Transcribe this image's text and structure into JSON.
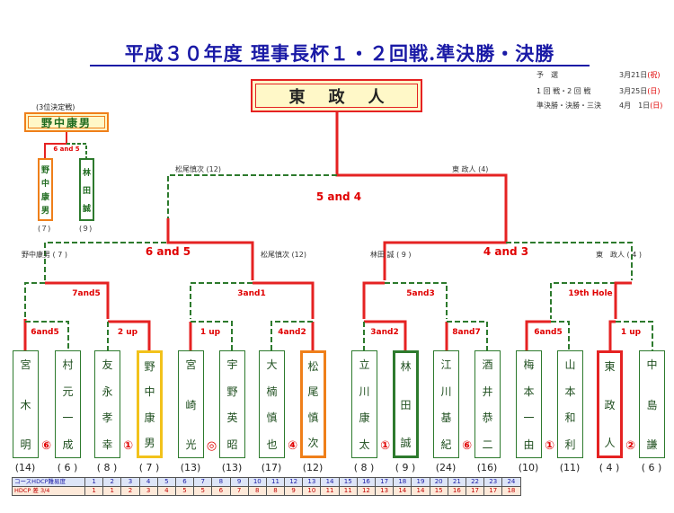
{
  "title": "平成３０年度 理事長杯１・２回戦.準決勝・決勝",
  "schedule": [
    {
      "label": "予　選",
      "date": "3月21日",
      "day": "(祝)"
    },
    {
      "label": "1 回 戦・2 回 戦",
      "date": "3月25日",
      "day": "(日)"
    },
    {
      "label": "準決勝・決勝・三決",
      "date": "4月　1日",
      "day": "(日)"
    }
  ],
  "champion": "東政人",
  "third_place": {
    "label": "(3位決定戦)",
    "winner": "野中康男",
    "score": "6 and 5",
    "players": [
      {
        "chars": [
          "野",
          "中",
          "康",
          "男"
        ],
        "hc": "(７)"
      },
      {
        "chars": [
          "林",
          "田",
          "誠"
        ],
        "hc": "(９)"
      }
    ]
  },
  "final": {
    "score": "5 and 4",
    "left_label": "松尾慎次 (12)",
    "right_label": "東 政人 (4)"
  },
  "semis": [
    {
      "score": "6 and 5",
      "left_label": "野中康男 ( 7 )",
      "right_label": "松尾慎次 (12)"
    },
    {
      "score": "4 and 3",
      "left_label": "林田 誠 ( 9 )",
      "right_label": "東　政人 ( 4 )"
    }
  ],
  "quarters": [
    "7and5",
    "3and1",
    "5and3",
    "19th Hole"
  ],
  "round1": [
    "6and5",
    "2 up",
    "1 up",
    "4and2",
    "3and2",
    "8and7",
    "6and5",
    "1 up"
  ],
  "players": [
    {
      "chars": [
        "宮",
        "木",
        "明"
      ],
      "hc": "(14)",
      "mark": "⑥"
    },
    {
      "chars": [
        "村",
        "元",
        "一",
        "成"
      ],
      "hc": "( 6 )",
      "mark": ""
    },
    {
      "chars": [
        "友",
        "永",
        "孝",
        "幸"
      ],
      "hc": "( 8 )",
      "mark": "①"
    },
    {
      "chars": [
        "野",
        "中",
        "康",
        "男"
      ],
      "hc": "( 7 )",
      "mark": ""
    },
    {
      "chars": [
        "宮",
        "崎",
        "光"
      ],
      "hc": "(13)",
      "mark": "◎"
    },
    {
      "chars": [
        "宇",
        "野",
        "英",
        "昭"
      ],
      "hc": "(13)",
      "mark": ""
    },
    {
      "chars": [
        "大",
        "楠",
        "慎",
        "也"
      ],
      "hc": "(17)",
      "mark": "④"
    },
    {
      "chars": [
        "松",
        "尾",
        "慎",
        "次"
      ],
      "hc": "(12)",
      "mark": ""
    },
    {
      "chars": [
        "立",
        "川",
        "康",
        "太"
      ],
      "hc": "( 8 )",
      "mark": "①"
    },
    {
      "chars": [
        "林",
        "田",
        "誠"
      ],
      "hc": "( 9 )",
      "mark": ""
    },
    {
      "chars": [
        "江",
        "川",
        "基",
        "紀"
      ],
      "hc": "(24)",
      "mark": "⑥"
    },
    {
      "chars": [
        "酒",
        "井",
        "恭",
        "二"
      ],
      "hc": "(16)",
      "mark": ""
    },
    {
      "chars": [
        "梅",
        "本",
        "一",
        "由"
      ],
      "hc": "(10)",
      "mark": "①"
    },
    {
      "chars": [
        "山",
        "本",
        "和",
        "利"
      ],
      "hc": "(11)",
      "mark": ""
    },
    {
      "chars": [
        "東",
        "政",
        "人"
      ],
      "hc": "( 4 )",
      "mark": "②"
    },
    {
      "chars": [
        "中",
        "島",
        "謙"
      ],
      "hc": "( 6 )",
      "mark": ""
    }
  ],
  "table": {
    "row1_label": "コースHDCP難易度",
    "row1": [
      "1",
      "2",
      "3",
      "4",
      "5",
      "6",
      "7",
      "8",
      "9",
      "10",
      "11",
      "12",
      "13",
      "14",
      "15",
      "16",
      "17",
      "18",
      "19",
      "20",
      "21",
      "22",
      "23",
      "24"
    ],
    "row2_label": "HDCP 差 3/4",
    "row2": [
      "1",
      "1",
      "2",
      "3",
      "4",
      "5",
      "5",
      "6",
      "7",
      "8",
      "8",
      "9",
      "10",
      "11",
      "11",
      "12",
      "13",
      "14",
      "14",
      "15",
      "16",
      "17",
      "17",
      "18"
    ]
  },
  "colors": {
    "title": "#1a1aa6",
    "winner_line": "#e52222",
    "loser_line": "#2d7a2d",
    "orange": "#ef7f1a",
    "gold": "#f2c21b"
  }
}
